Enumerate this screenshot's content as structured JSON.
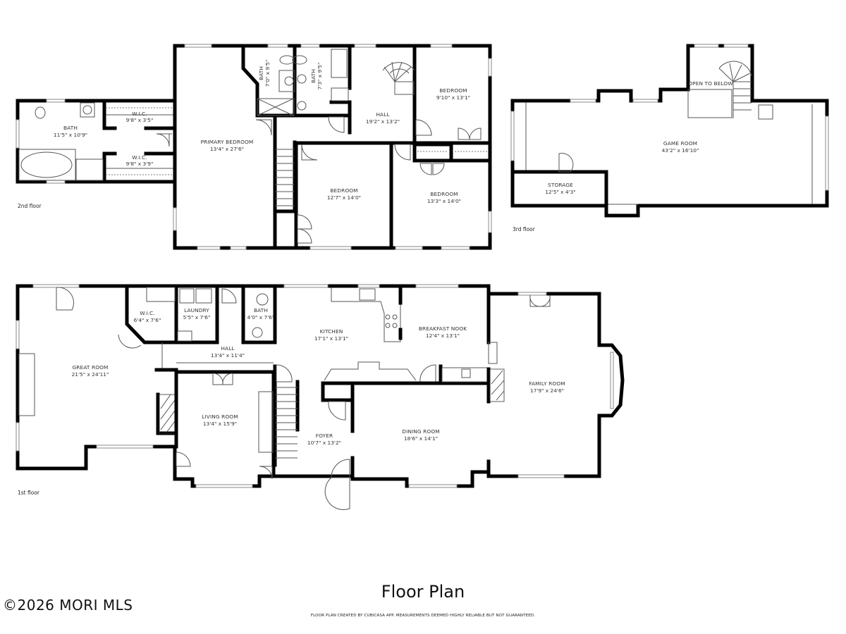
{
  "title": "Floor Plan",
  "disclaimer": "FLOOR PLAN CREATED BY CUBICASA APP. MEASUREMENTS DEEMED HIGHLY RELIABLE BUT NOT GUARANTEED.",
  "watermark": "©2026 MORI MLS",
  "floors": {
    "second": {
      "label": "2nd floor",
      "rooms": [
        {
          "name": "BATH",
          "dims": "11'5\" x 10'9\""
        },
        {
          "name": "W.I.C.",
          "dims": "9'8\" x 3'5\""
        },
        {
          "name": "W.I.C.",
          "dims": "9'8\" x 3'9\""
        },
        {
          "name": "PRIMARY BEDROOM",
          "dims": "13'4\" x 27'6\""
        },
        {
          "name": "BATH",
          "dims": "7'0\" x 9'5\""
        },
        {
          "name": "BATH",
          "dims": "7'3\" x 9'5\""
        },
        {
          "name": "HALL",
          "dims": "19'2\" x 13'2\""
        },
        {
          "name": "BEDROOM",
          "dims": "9'10\" x 13'1\""
        },
        {
          "name": "BEDROOM",
          "dims": "12'7\" x 14'0\""
        },
        {
          "name": "BEDROOM",
          "dims": "13'3\" x 14'0\""
        }
      ]
    },
    "third": {
      "label": "3rd floor",
      "rooms": [
        {
          "name": "GAME ROOM",
          "dims": "43'2\" x 16'10\""
        },
        {
          "name": "STORAGE",
          "dims": "12'5\" x 4'3\""
        },
        {
          "name": "OPEN TO BELOW",
          "dims": ""
        }
      ]
    },
    "first": {
      "label": "1st floor",
      "rooms": [
        {
          "name": "GREAT ROOM",
          "dims": "21'5\" x 24'11\""
        },
        {
          "name": "W.I.C.",
          "dims": "6'4\" x 7'6\""
        },
        {
          "name": "LAUNDRY",
          "dims": "5'5\" x 7'6\""
        },
        {
          "name": "BATH",
          "dims": "4'0\" x 7'6\""
        },
        {
          "name": "HALL",
          "dims": "13'4\" x 11'4\""
        },
        {
          "name": "KITCHEN",
          "dims": "17'1\" x 13'1\""
        },
        {
          "name": "BREAKFAST NOOK",
          "dims": "12'4\" x 13'1\""
        },
        {
          "name": "LIVING ROOM",
          "dims": "13'4\" x 15'9\""
        },
        {
          "name": "FOYER",
          "dims": "10'7\" x 13'2\""
        },
        {
          "name": "DINING ROOM",
          "dims": "18'6\" x 14'1\""
        },
        {
          "name": "FAMILY ROOM",
          "dims": "17'9\" x 24'6\""
        }
      ]
    }
  }
}
